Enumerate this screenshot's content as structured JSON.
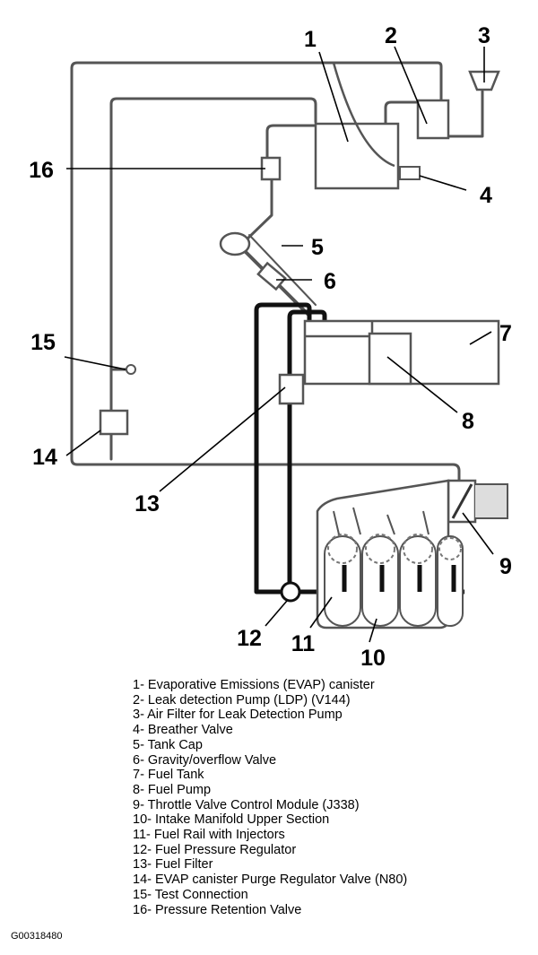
{
  "callouts": [
    "1",
    "2",
    "3",
    "4",
    "5",
    "6",
    "7",
    "8",
    "9",
    "10",
    "11",
    "12",
    "13",
    "14",
    "15",
    "16"
  ],
  "legend": [
    "1- Evaporative  Emissions (EVAP) canister",
    "2- Leak detection Pump (LDP) (V144)",
    "3- Air Filter for Leak Detection Pump",
    "4- Breather Valve",
    "5- Tank Cap",
    "6- Gravity/overflow Valve",
    "7- Fuel Tank",
    "8- Fuel Pump",
    "9- Throttle Valve Control Module (J338)",
    "10- Intake Manifold Upper Section",
    "11- Fuel Rail with Injectors",
    "12- Fuel Pressure Regulator",
    "13- Fuel Filter",
    "14- EVAP canister Purge Regulator Valve (N80)",
    "15- Test Connection",
    "16- Pressure Retention Valve"
  ],
  "figure_id": "G00318480"
}
